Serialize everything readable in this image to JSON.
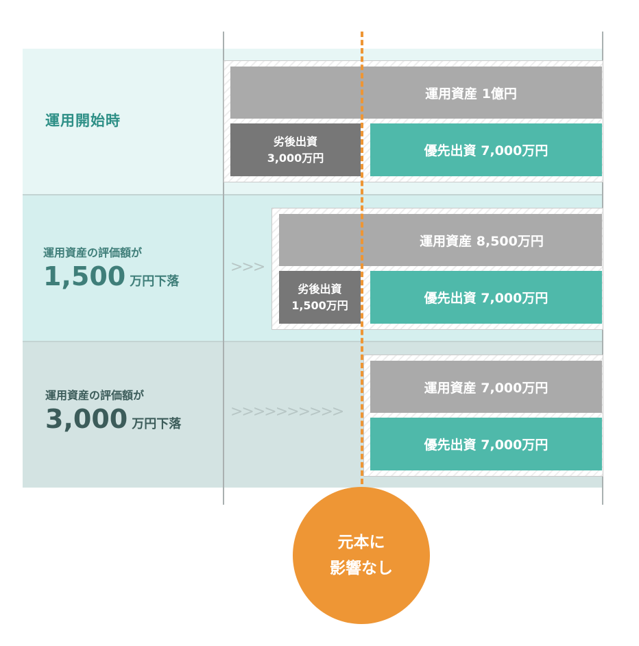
{
  "rows": [
    {
      "label": "運用開始時",
      "assets": "運用資産 1億円",
      "junior_line1": "劣後出資",
      "junior_line2": "3,000万円",
      "senior": "優先出資 7,000万円"
    },
    {
      "label_small": "運用資産の評価額が",
      "label_num": "1,500",
      "label_unit": "万円下落",
      "arrows": ">>>",
      "assets": "運用資産 8,500万円",
      "junior_line1": "劣後出資",
      "junior_line2": "1,500万円",
      "senior": "優先出資 7,000万円"
    },
    {
      "label_small": "運用資産の評価額が",
      "label_num": "3,000",
      "label_unit": "万円下落",
      "arrows": ">>>>>>>>>>",
      "assets": "運用資産 7,000万円",
      "senior": "優先出資 7,000万円"
    }
  ],
  "callout": {
    "line1": "元本に",
    "line2": "影響なし"
  },
  "colors": {
    "accent": "#ee9635",
    "senior": "#4fb9aa",
    "assets": "#aaaaaa",
    "junior": "#777777"
  }
}
